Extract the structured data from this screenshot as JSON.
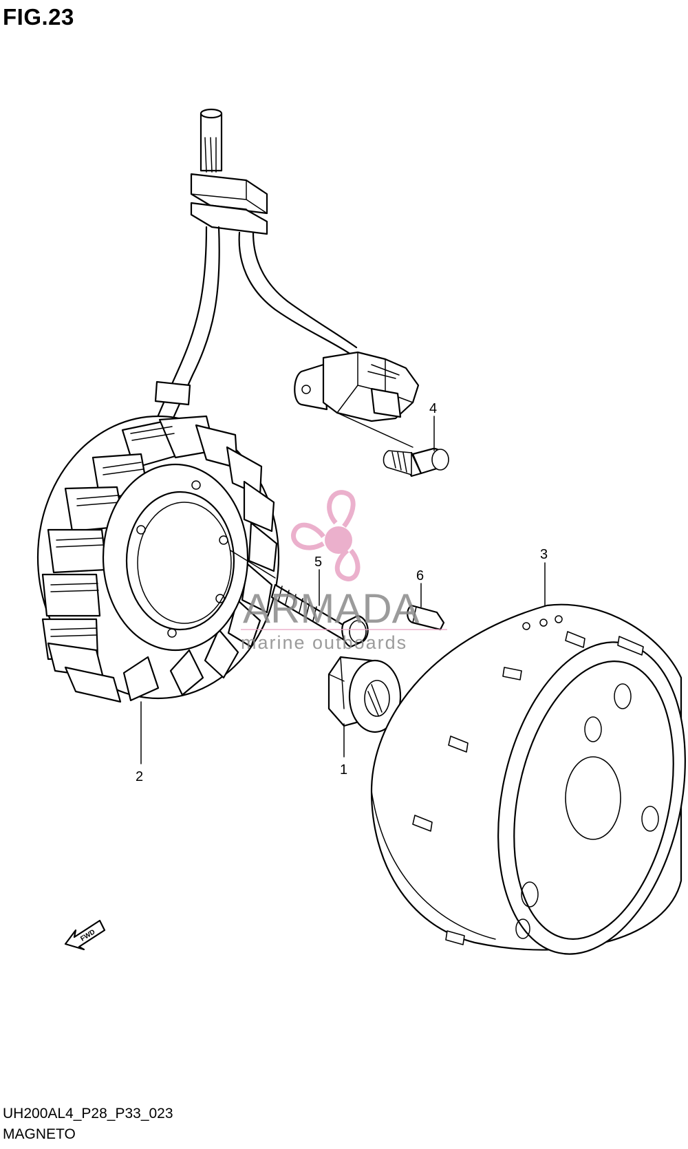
{
  "figure": {
    "title": "FIG.23",
    "code": "UH200AL4_P28_P33_023",
    "caption": "MAGNETO"
  },
  "callouts": [
    {
      "id": "1",
      "label": "1"
    },
    {
      "id": "2",
      "label": "2"
    },
    {
      "id": "3",
      "label": "3"
    },
    {
      "id": "4",
      "label": "4"
    },
    {
      "id": "5",
      "label": "5"
    },
    {
      "id": "6",
      "label": "6"
    }
  ],
  "fwd_arrow": {
    "label": "FWD"
  },
  "watermark": {
    "name": "ARMADA",
    "tagline": "marine outboards",
    "colors": {
      "logo": "#e8a3c4",
      "logo_dark": "#d9789f",
      "text": "#8a8a8a"
    }
  }
}
